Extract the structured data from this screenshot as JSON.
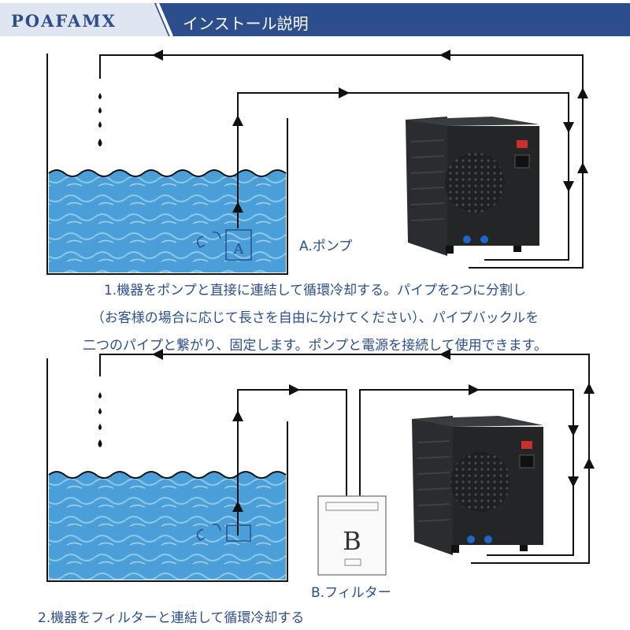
{
  "header": {
    "brand": "POAFAMX",
    "title": "インストール説明",
    "colors": {
      "primary": "#2d4e8c",
      "light": "#dfe6f1"
    }
  },
  "setup_a": {
    "pump_marker": "A",
    "caption": "A.ポンプ",
    "description_lines": [
      "1.機器をポンプと直接に連結して循環冷却する。パイプを2つに分割し",
      "（お客様の場合に応じて長さを自由に分けてください）、パイプバックルを",
      "二つのパイプと繋がり、固定します。ポンプと電源を接続して使用できます。"
    ]
  },
  "setup_b": {
    "filter_marker": "B",
    "caption": "B.フィルター",
    "description": "2.機器をフィルターと連結して循環冷却する"
  },
  "colors": {
    "water": "#3a8fcf",
    "water_light": "#8cc8ec",
    "chiller": "#242628",
    "pipe": "#111111"
  }
}
